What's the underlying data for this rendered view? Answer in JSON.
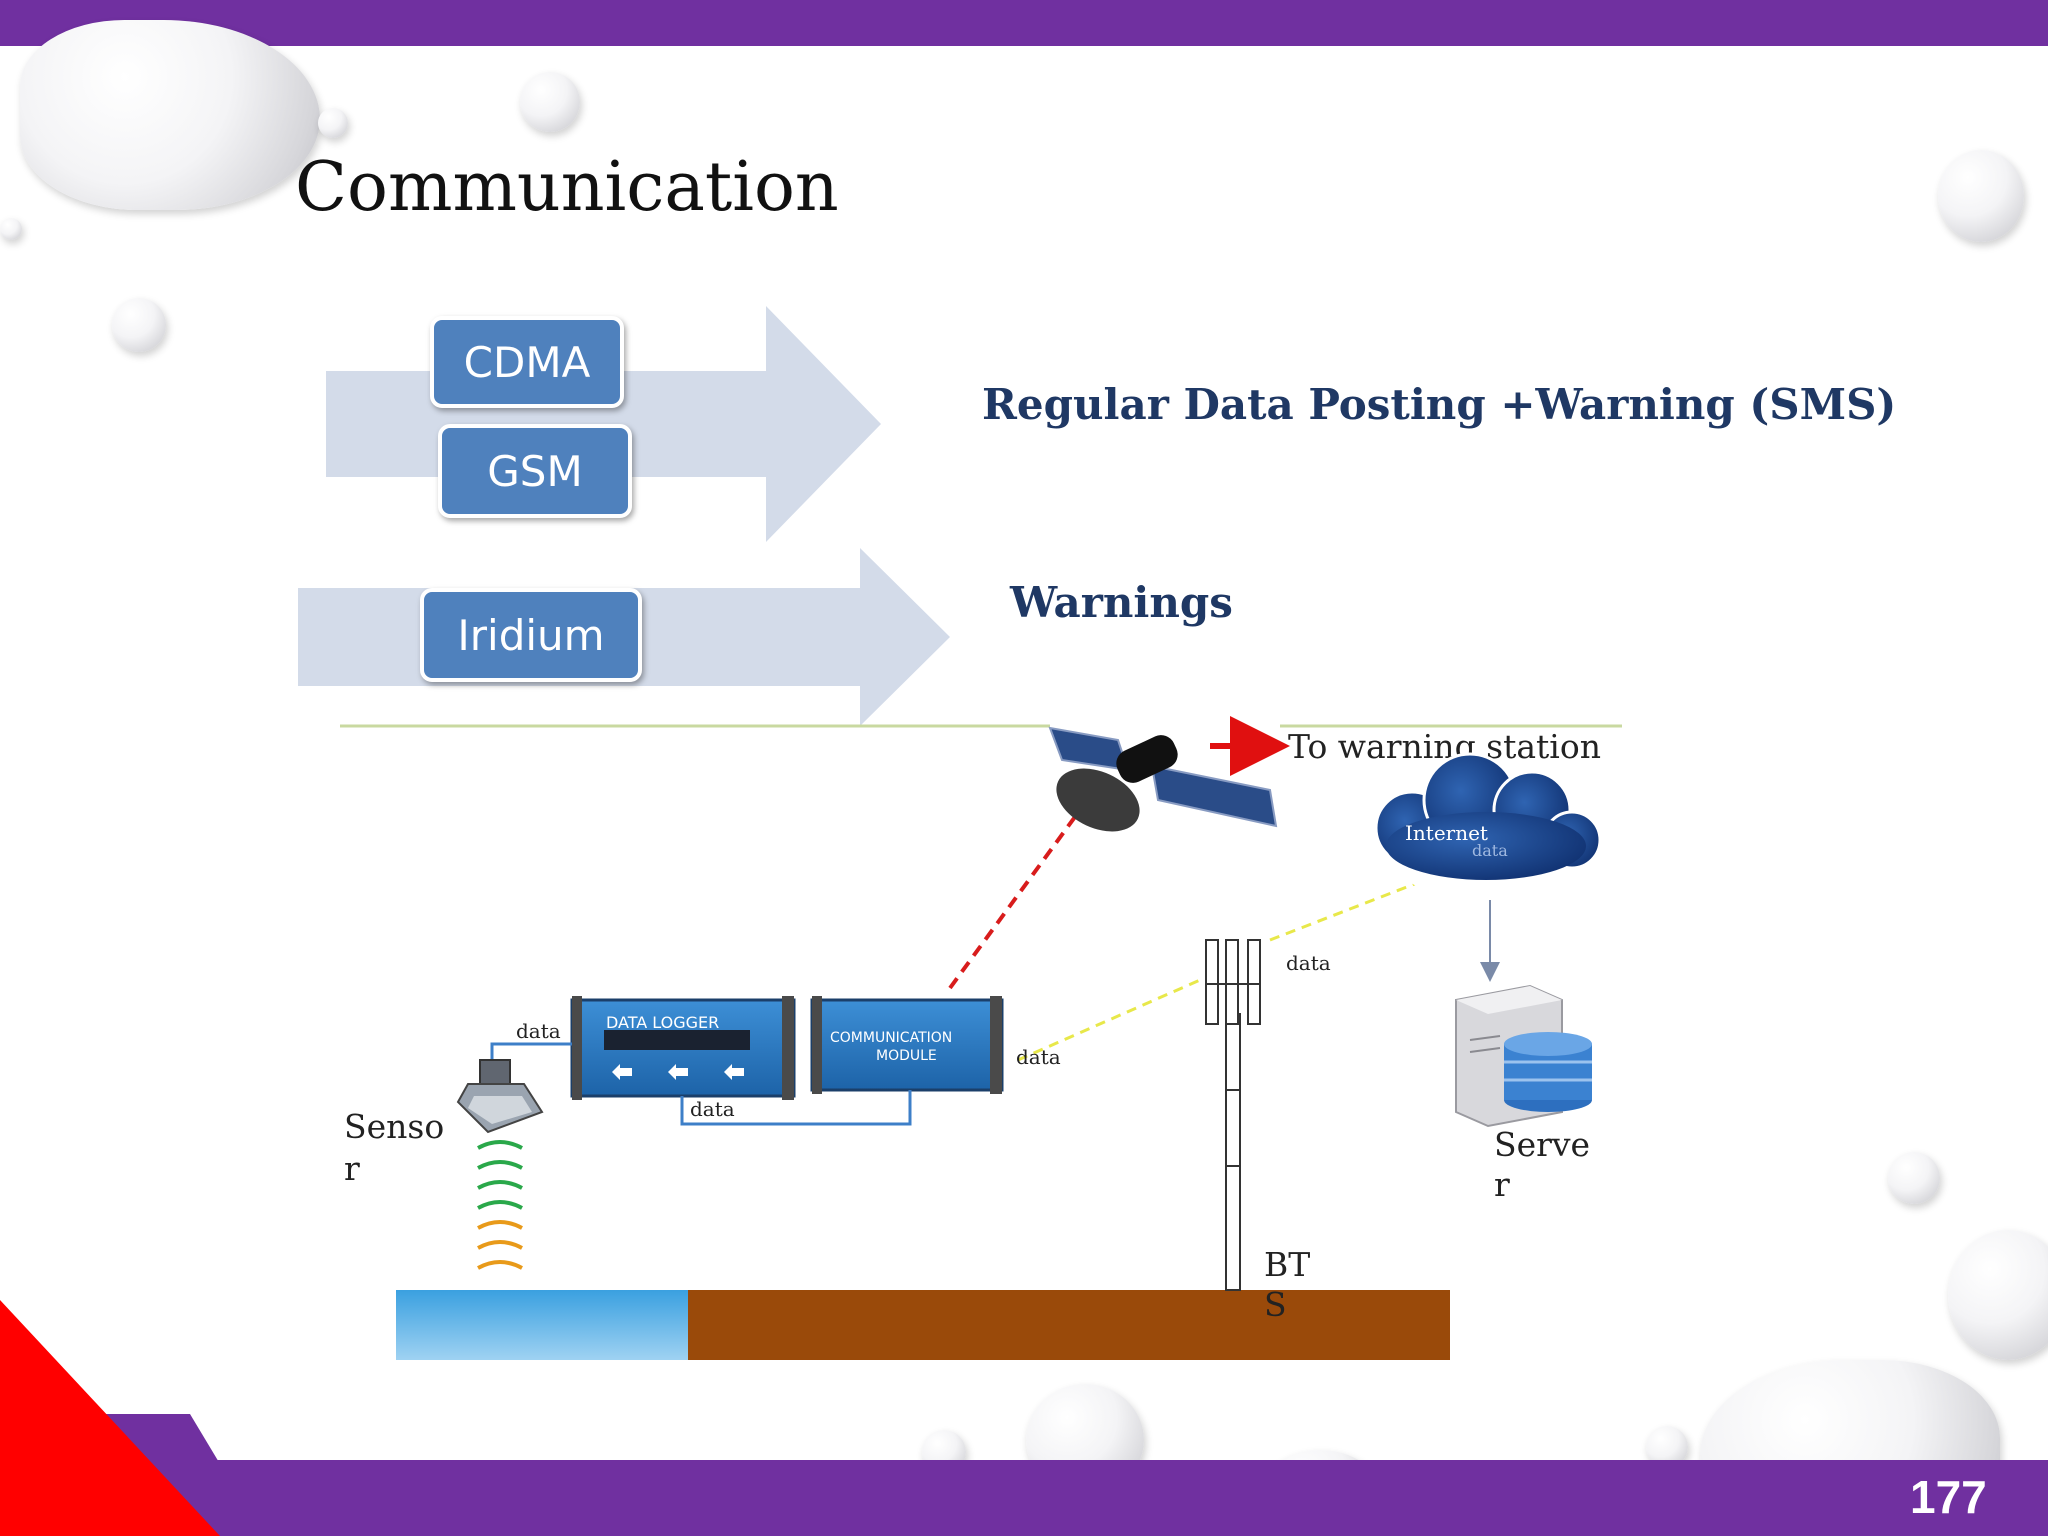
{
  "slide": {
    "title": "Communication",
    "page_number": "177",
    "theme_colors": {
      "bar": "#7030a0",
      "accent_red": "#ff0000",
      "pill": "#4f81bd",
      "label": "#1f3864"
    }
  },
  "channels": {
    "pill_cdma": "CDMA",
    "pill_gsm": "GSM",
    "pill_iridium": "Iridium",
    "label_regular": "Regular Data Posting +Warning (SMS)",
    "label_warnings": "Warnings"
  },
  "diagram": {
    "to_warning_station": "To warning station",
    "internet_label": "Internet",
    "internet_data": "data",
    "data_logger_title": "DATA LOGGER",
    "comm_module_line1": "COMMUNICATION",
    "comm_module_line2": "MODULE",
    "data_sensor_logger": "data",
    "data_logger_module": "data",
    "data_module_bts": "data",
    "data_bts_cloud": "data",
    "sensor_line1": "Senso",
    "sensor_line2": "r",
    "server_line1": "Serve",
    "server_line2": "r",
    "bts_line1": "BT",
    "bts_line2": "S",
    "icons": [
      "satellite-icon",
      "cloud-icon",
      "server-icon",
      "database-icon",
      "tower-icon",
      "sensor-icon",
      "data-logger-icon",
      "communication-module-icon"
    ]
  }
}
